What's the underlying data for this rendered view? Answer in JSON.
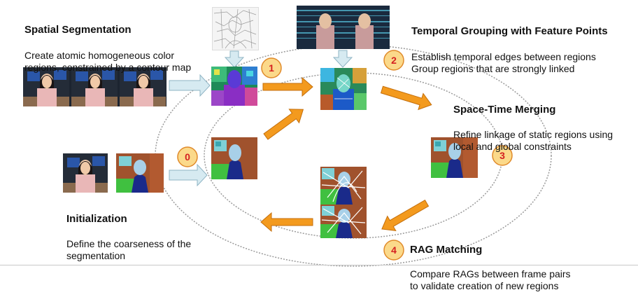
{
  "steps": [
    {
      "id": "spatial",
      "title": "Spatial Segmentation",
      "desc": " Create atomic homogeneous color\nregions, constrained by a contour map"
    },
    {
      "id": "temporal",
      "title": "Temporal Grouping with Feature Points",
      "desc": "  Establish temporal edges between regions\n  Group regions that are strongly linked"
    },
    {
      "id": "merging",
      "title": "Space-Time Merging",
      "desc": " Refine linkage of static regions using\nlocal and global constraints"
    },
    {
      "id": "init",
      "title": "Initialization",
      "desc": " Define the coarseness of the\nsegmentation"
    },
    {
      "id": "rag",
      "title": "RAG Matching",
      "desc": "  Compare RAGs between frame pairs\n  to validate creation of new regions"
    }
  ],
  "badges": [
    "0",
    "1",
    "2",
    "3",
    "4"
  ],
  "colors": {
    "arrow_orange": "#f39a1e",
    "arrow_blue": "#d6eaf1",
    "badge_fill": "#fbd98a",
    "badge_stroke": "#e08a2a",
    "badge_text": "#d42020",
    "ellipse": "#9a9a9a"
  }
}
